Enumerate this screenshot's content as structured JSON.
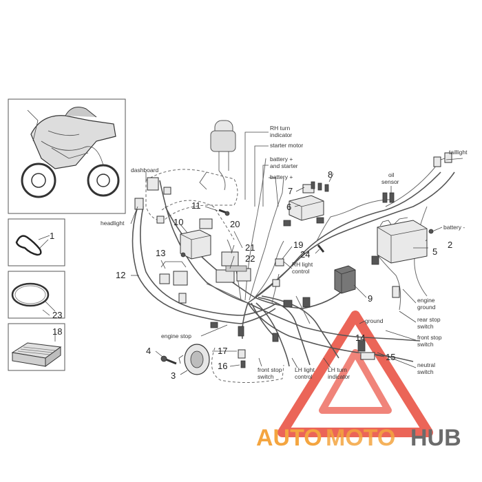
{
  "colors": {
    "line": "#444444",
    "watermark_red": "#e84b3c",
    "watermark_orange": "#f4a540",
    "watermark_gray": "#6b6b6b"
  },
  "labels": {
    "rh_turn_indicator": [
      "RH turn",
      "indicator"
    ],
    "starter_motor": "starter motor",
    "battery_and_starter": [
      "battery +",
      "and starter"
    ],
    "battery_plus": "battery +",
    "taillight": "taillight",
    "oil_sensor": [
      "oil",
      "sensor"
    ],
    "battery_minus": "battery -",
    "dashboard": "dashboard",
    "headlight": "headlight",
    "rh_light_control": [
      "RH light",
      "control"
    ],
    "engine_ground": [
      "engine",
      "ground"
    ],
    "ground": "ground",
    "rear_stop_switch": [
      "rear stop",
      "switch"
    ],
    "front_stop_switch_right": [
      "front stop",
      "switch"
    ],
    "neutral_switch": [
      "neutral",
      "switch"
    ],
    "engine_stop": "engine stop",
    "front_stop_switch_bottom": [
      "front stop",
      "switch"
    ],
    "lh_light_control": [
      "LH light",
      "control"
    ],
    "lh_turn_indicator": [
      "LH turn",
      "indicator"
    ]
  },
  "callouts": [
    "1",
    "2",
    "3",
    "4",
    "5",
    "6",
    "7",
    "8",
    "9",
    "10",
    "11",
    "12",
    "13",
    "14",
    "15",
    "16",
    "17",
    "18",
    "19",
    "20",
    "21",
    "22",
    "23",
    "24"
  ],
  "watermark": {
    "part_a": "AUTO",
    "part_b": "MOTO",
    "part_c": "HUB"
  }
}
